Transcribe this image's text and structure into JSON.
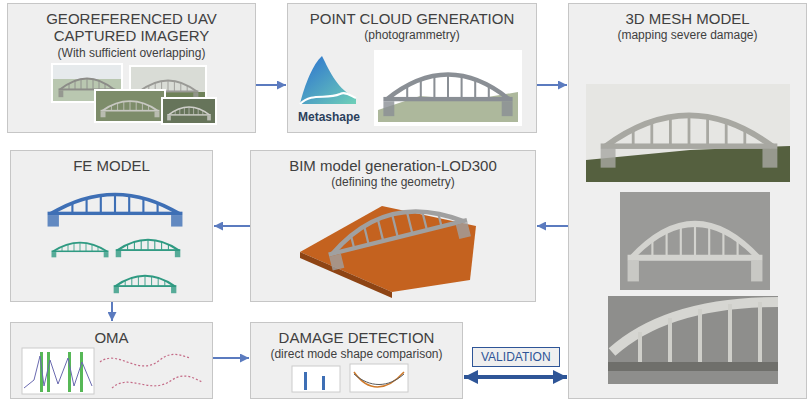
{
  "diagram": {
    "nodes": [
      {
        "text": [
          "GEOREFERENCED UAV CAPTURED IMAGERY",
          "(With sufficient overlapping)"
        ]
      },
      {
        "text": [
          "POINT CLOUD GENERATION",
          "(photogrammetry)"
        ]
      },
      {
        "text": [
          "3D MESH MODEL",
          "(mapping severe damage)"
        ]
      },
      {
        "text": [
          "FE MODEL"
        ]
      },
      {
        "text": [
          "BIM model generation-LOD300",
          "(defining the geometry)"
        ]
      },
      {
        "text": [
          "OMA"
        ]
      },
      {
        "text": [
          "DAMAGE DETECTION",
          "(direct mode shape comparison)"
        ]
      }
    ],
    "edges": [
      {
        "from": 0,
        "to": 1,
        "arrow": "to"
      },
      {
        "from": 1,
        "to": 2,
        "arrow": "to"
      },
      {
        "from": 2,
        "to": 4,
        "arrow": "to"
      },
      {
        "from": 4,
        "to": 3,
        "arrow": "to"
      },
      {
        "from": 3,
        "to": 5,
        "arrow": "to"
      },
      {
        "from": 5,
        "to": 6,
        "arrow": "to"
      },
      {
        "from": 6,
        "to": 2,
        "label": "VALIDATION",
        "arrow": "both"
      }
    ],
    "labels": [
      "Metashape"
    ]
  }
}
